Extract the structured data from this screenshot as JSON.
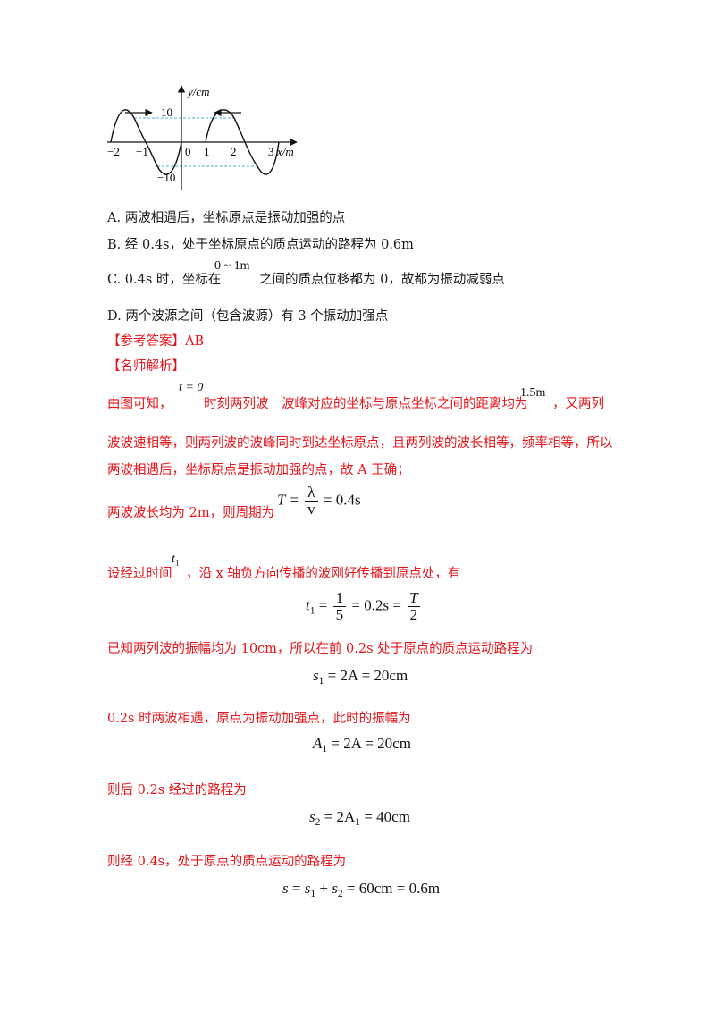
{
  "figure": {
    "y_axis_label": "y/cm",
    "x_axis_label": "x/m",
    "y_ticks": {
      "pos": "10",
      "neg": "−10"
    },
    "x_ticks": [
      "−2",
      "−1",
      "0",
      "1",
      "2",
      "3"
    ]
  },
  "options": [
    "A. 两波相遇后，坐标原点是振动加强的点",
    "B. 经 0.4s，处于坐标原点的质点运动的路程为 0.6m",
    "D. 两个波源之间（包含波源）有 3 个振动加强点"
  ],
  "option_c": {
    "prefix": "C. 0.4s 时，坐标在",
    "range": "0 ~ 1m",
    "suffix": "之间的质点位移都为 0，故都为振动减弱点"
  },
  "answer_label": "【参考答案】AB",
  "analysis_label": "【名师解析】",
  "analysis": {
    "p1_a": "由图可知，",
    "p1_time": "t = 0",
    "p1_b": "时刻两列波　波峰对应的坐标与原点坐标之间的距离均为",
    "p1_dist": "1.5m",
    "p1_c": "，又两列",
    "p2": "波波速相等，则两列波的波峰同时到达坐标原点，且两列波的波长相等，频率相等，所以",
    "p3": "两波相遇后，坐标原点是振动加强的点，故 A 正确；",
    "p4": "两波波长均为 2m，则周期为",
    "p5_a": "设经过时间",
    "p5_b": "，沿 x 轴负方向传播的波刚好传播到原点处，有",
    "p6": "已知两列波的振幅均为 10cm，所以在前 0.2s 处于原点的质点运动路程为",
    "p7": "0.2s 时两波相遇，原点为振动加强点，此时的振幅为",
    "p8": "则后 0.2s 经过的路程为",
    "p9": "则经 0.4s，处于原点的质点运动的路程为"
  },
  "equations": {
    "period_lhs": "T =",
    "period_num": "λ",
    "period_den": "v",
    "period_rhs": "= 0.4s",
    "t1_num1": "1",
    "t1_den1": "5",
    "t1_mid": "= 0.2s =",
    "t1_num2": "T",
    "t1_den2": "2",
    "s1_rhs": "= 2A = 20cm",
    "A1_rhs": "= 2A = 20cm",
    "s2_rhs": "= 2A",
    "s2_tail": "= 40cm",
    "s_total": "= 60cm = 0.6m"
  }
}
